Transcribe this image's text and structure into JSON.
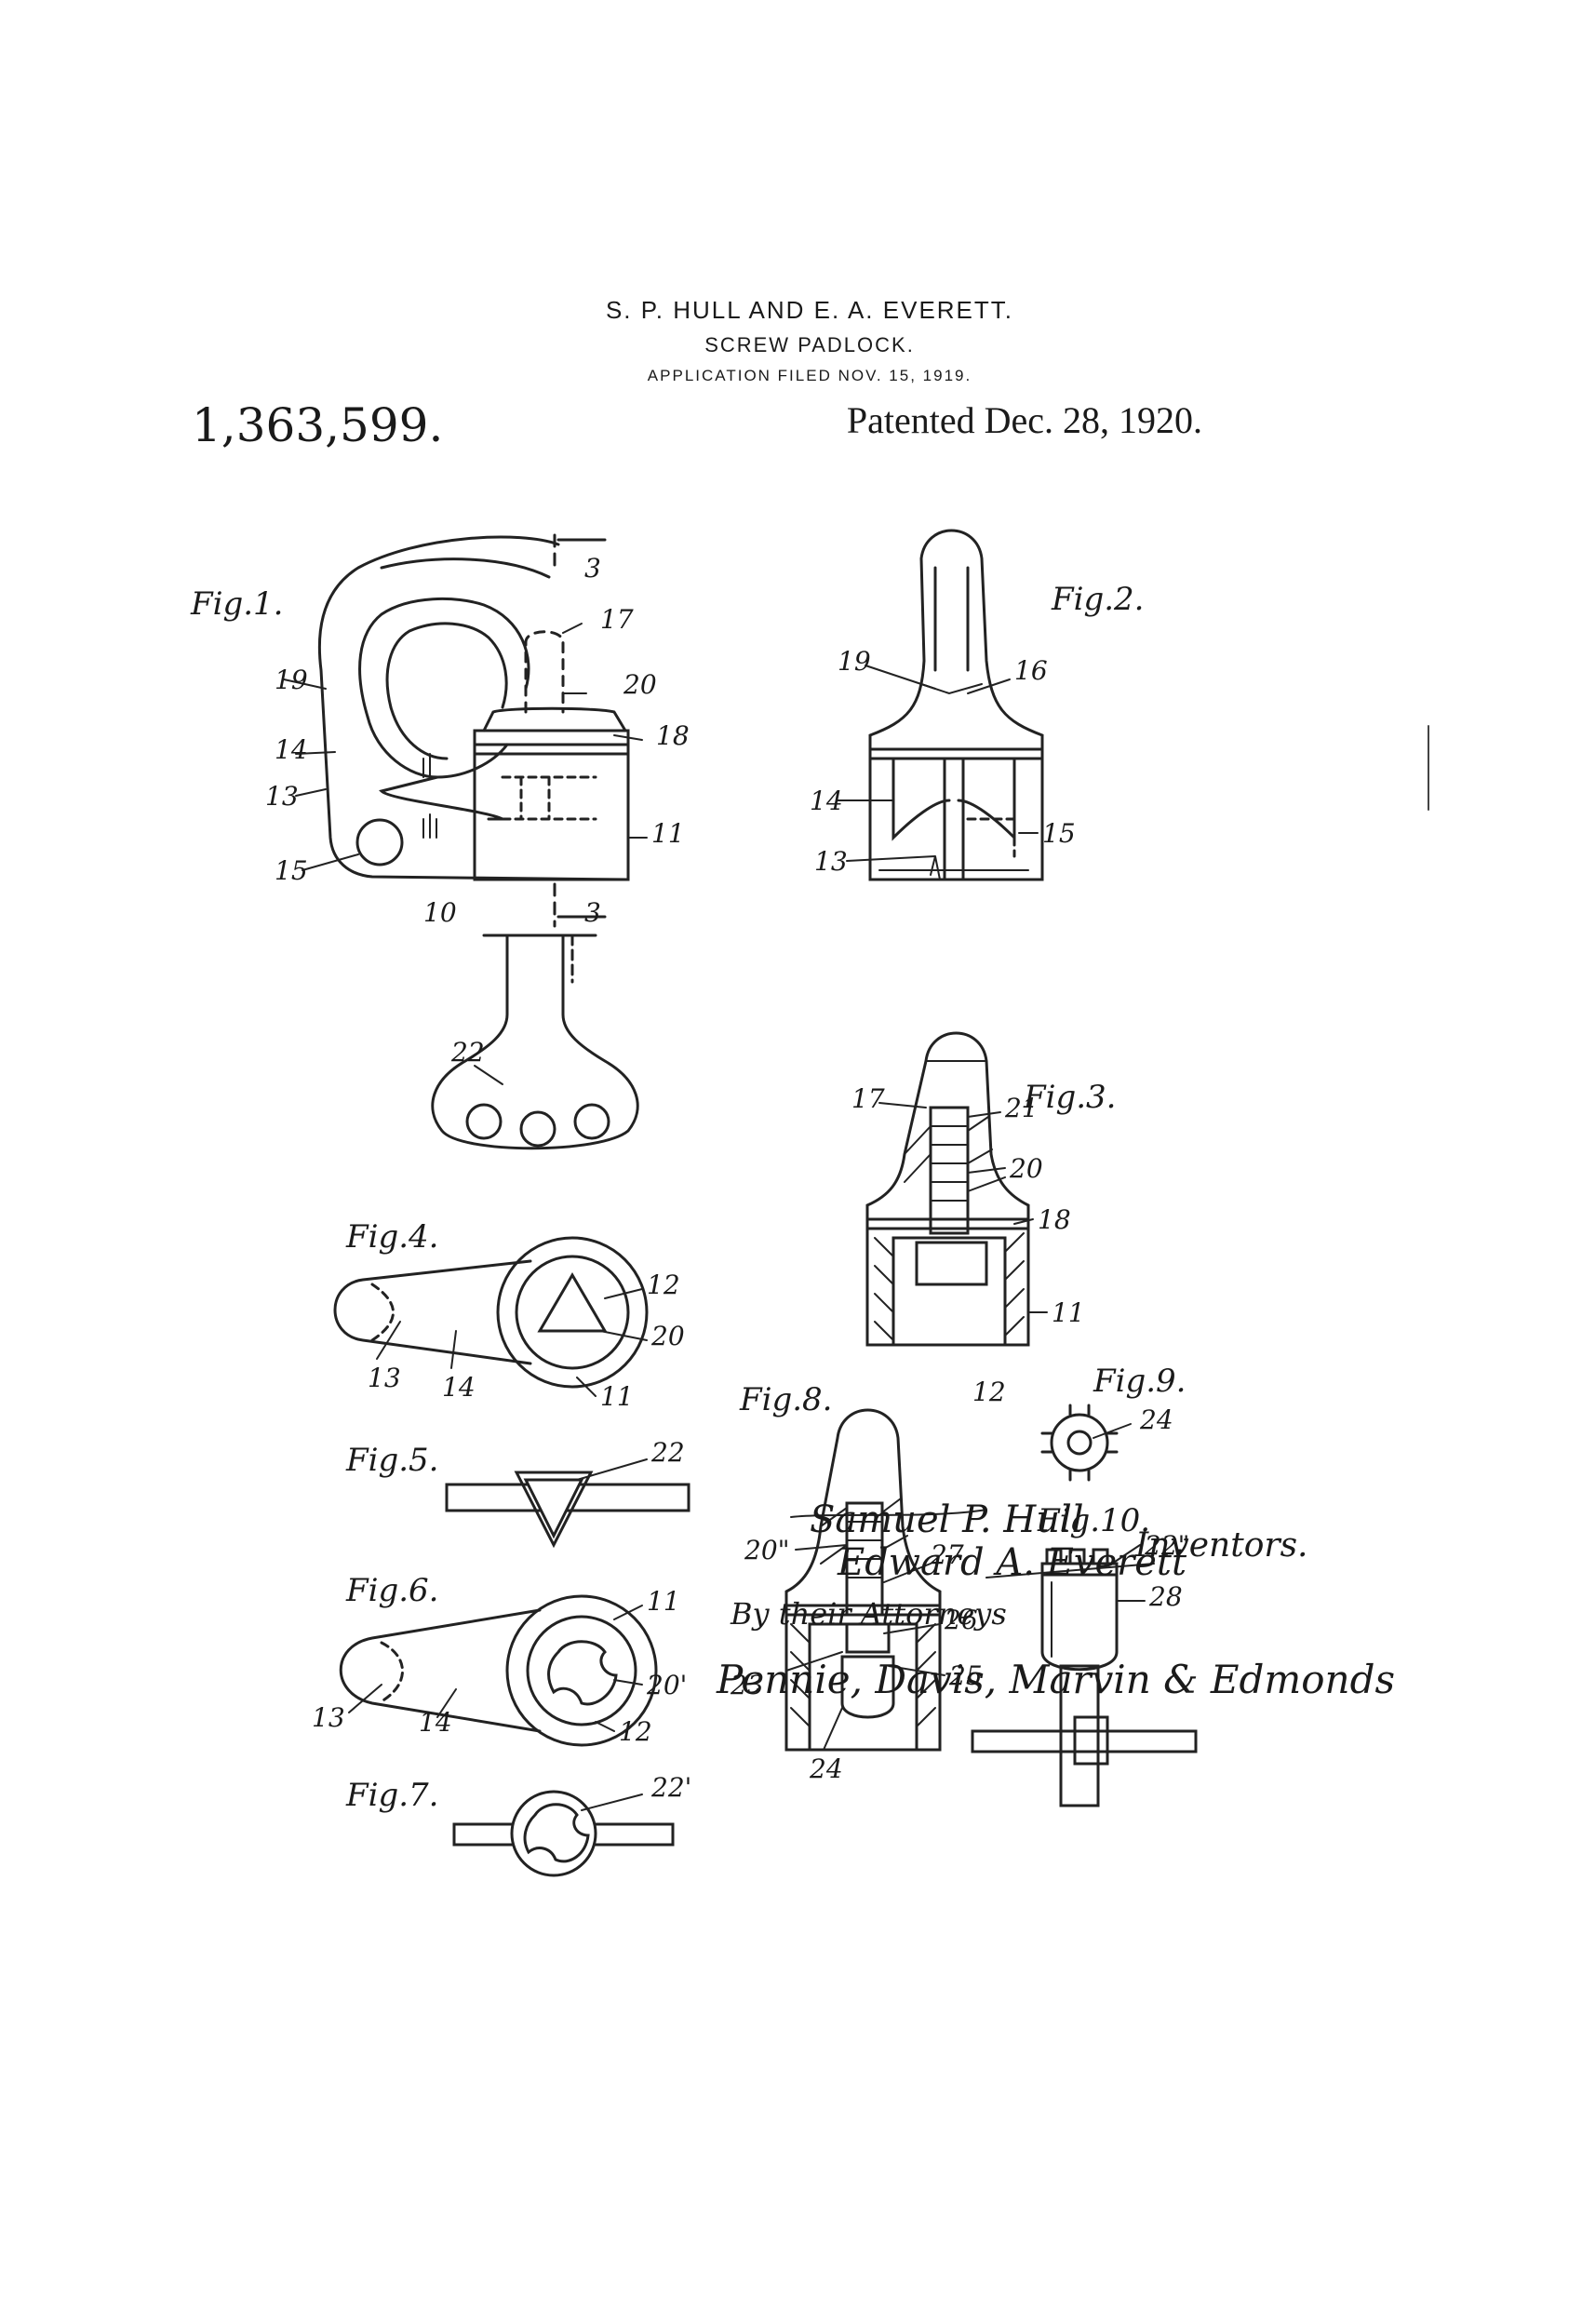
{
  "header": {
    "names": "S. P. HULL AND E. A. EVERETT.",
    "title": "SCREW PADLOCK.",
    "filed": "APPLICATION FILED NOV. 15, 1919.",
    "patent_number": "1,363,599.",
    "patent_date": "Patented Dec. 28, 1920."
  },
  "figures": {
    "fig1": "Fig.1.",
    "fig2": "Fig.2.",
    "fig3": "Fig.3.",
    "fig4": "Fig.4.",
    "fig5": "Fig.5.",
    "fig6": "Fig.6.",
    "fig7": "Fig.7.",
    "fig8": "Fig.8.",
    "fig9": "Fig.9.",
    "fig10": "Fig.10."
  },
  "refs": {
    "r3": "3",
    "r10": "10",
    "r11": "11",
    "r12": "12",
    "r13": "13",
    "r14": "14",
    "r15": "15",
    "r16": "16",
    "r17": "17",
    "r18": "18",
    "r19": "19",
    "r20": "20",
    "r20p": "20'",
    "r20pp": "20\"",
    "r21": "21",
    "r22": "22",
    "r22p": "22'",
    "r22pp": "22\"",
    "r23": "23",
    "r24": "24",
    "r25": "25",
    "r26": "26",
    "r27": "27",
    "r28": "28"
  },
  "signatures": {
    "inventor1": "Samuel P. Hull",
    "inventor2": "Edward A. Everett",
    "inventors_label": "Inventors.",
    "by_attorneys": "By their Attorneys",
    "attorneys": "Pennie, Davis, Marvin & Edmonds"
  }
}
